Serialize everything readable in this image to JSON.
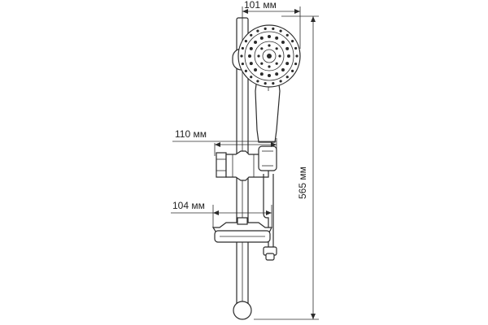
{
  "dimensions": {
    "top_width": "101 мм",
    "holder_width": "110 мм",
    "shelf_width": "104 мм",
    "total_height": "565 мм"
  }
}
